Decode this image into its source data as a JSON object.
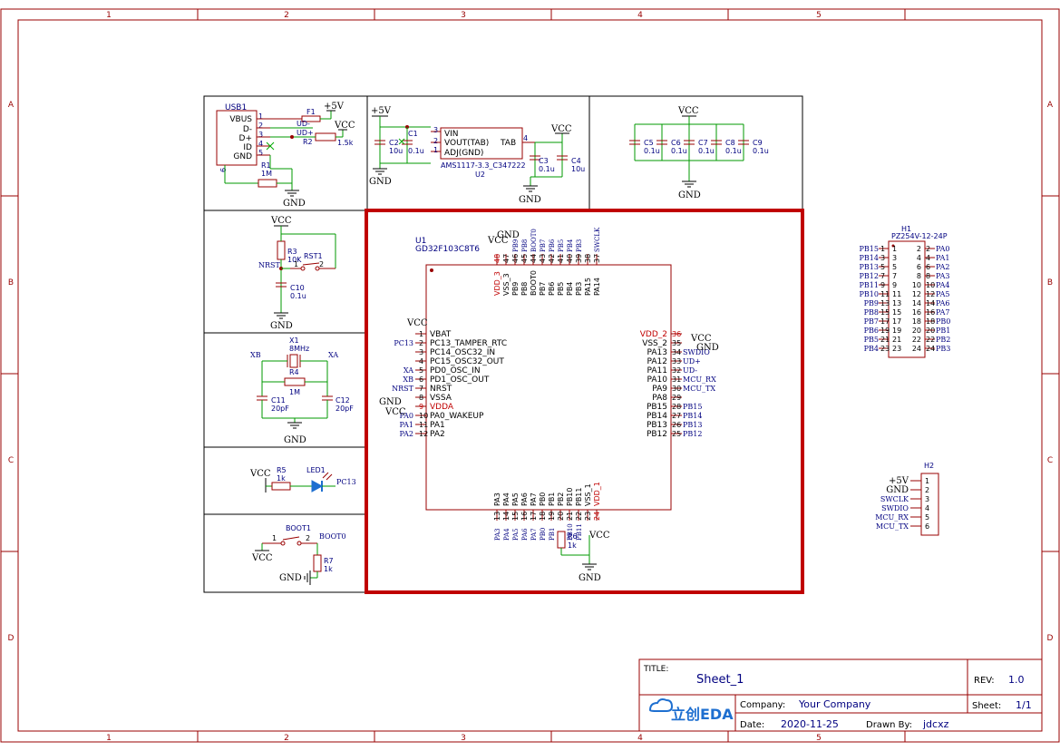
{
  "colors": {
    "frame": "#990000",
    "wire": "#009900",
    "net_label": "#000080",
    "highlight": "#c00000",
    "text": "#000000"
  },
  "grid": {
    "columns": [
      "1",
      "2",
      "3",
      "4",
      "5"
    ],
    "rows": [
      "A",
      "B",
      "C",
      "D"
    ]
  },
  "usb": {
    "ref": "USB1",
    "pins": [
      "VBUS",
      "D-",
      "D+",
      "ID",
      "GND"
    ],
    "pin_numbers": [
      "1",
      "2",
      "3",
      "4",
      "5",
      "6"
    ],
    "fuse_ref": "F1",
    "r2_ref": "R2",
    "r2_val": "1.5k",
    "r1_ref": "R1",
    "r1_val": "1M",
    "net_udm": "UD-",
    "net_udp": "UD+",
    "pwr": "+5V",
    "vcc": "VCC",
    "gnd": "GND"
  },
  "ldo": {
    "pwr": "+5V",
    "vcc": "VCC",
    "gnd": "GND",
    "c2": "C2",
    "c2_val": "10u",
    "c1": "C1",
    "c1_val": "0.1u",
    "c3": "C3",
    "c3_val": "0.1u",
    "c4": "C4",
    "c4_val": "10u",
    "pins": [
      "VIN",
      "VOUT(TAB)",
      "ADJ(GND)",
      "TAB"
    ],
    "pin_numbers": [
      "3",
      "2",
      "1",
      "4"
    ],
    "part": "AMS1117-3.3_C347222",
    "ref": "U2"
  },
  "decoupling": {
    "vcc": "VCC",
    "gnd": "GND",
    "refs": [
      "C5",
      "C6",
      "C7",
      "C8",
      "C9"
    ],
    "values": [
      "0.1u",
      "0.1u",
      "0.1u",
      "0.1u",
      "0.1u"
    ]
  },
  "reset": {
    "vcc": "VCC",
    "gnd": "GND",
    "net": "NRST",
    "r3": "R3",
    "r3_val": "10K",
    "rst1": "RST1",
    "c10": "C10",
    "c10_val": "0.1u",
    "pin1": "1",
    "pin2": "2"
  },
  "crystal": {
    "x1": "X1",
    "x1_val": "8MHz",
    "xb": "XB",
    "xa": "XA",
    "r4": "R4",
    "r4_val": "1M",
    "c11": "C11",
    "c11_val": "20pF",
    "c12": "C12",
    "c12_val": "20pF",
    "gnd": "GND"
  },
  "led": {
    "vcc": "VCC",
    "r5": "R5",
    "r5_val": "1k",
    "led": "LED1",
    "net": "PC13"
  },
  "boot": {
    "ref": "BOOT1",
    "net": "BOOT0",
    "vcc": "VCC",
    "gnd": "GND",
    "r7": "R7",
    "r7_val": "1k",
    "pin1": "1",
    "pin2": "2"
  },
  "mcu": {
    "ref": "U1",
    "part": "GD32F103C8T6",
    "vcc": "VCC",
    "gnd": "GND",
    "left_pins": [
      {
        "num": "1",
        "name": "VBAT",
        "net": "VCC",
        "red": false
      },
      {
        "num": "2",
        "name": "PC13_TAMPER_RTC",
        "net": "PC13",
        "red": false
      },
      {
        "num": "3",
        "name": "PC14_OSC32_IN",
        "net": "",
        "red": false
      },
      {
        "num": "4",
        "name": "PC15_OSC32_OUT",
        "net": "",
        "red": false
      },
      {
        "num": "5",
        "name": "PD0_OSC_IN",
        "net": "XA",
        "red": false
      },
      {
        "num": "6",
        "name": "PD1_OSC_OUT",
        "net": "XB",
        "red": false
      },
      {
        "num": "7",
        "name": "NRST",
        "net": "NRST",
        "red": false
      },
      {
        "num": "8",
        "name": "VSSA",
        "net": "GND",
        "red": false
      },
      {
        "num": "9",
        "name": "VDDA",
        "net": "VCC",
        "red": true
      },
      {
        "num": "10",
        "name": "PA0_WAKEUP",
        "net": "PA0",
        "red": false
      },
      {
        "num": "11",
        "name": "PA1",
        "net": "PA1",
        "red": false
      },
      {
        "num": "12",
        "name": "PA2",
        "net": "PA2",
        "red": false
      }
    ],
    "right_pins": [
      {
        "num": "36",
        "name": "VDD_2",
        "net": "VCC",
        "red": true
      },
      {
        "num": "35",
        "name": "VSS_2",
        "net": "GND",
        "red": false
      },
      {
        "num": "34",
        "name": "PA13",
        "net": "SWDIO",
        "red": false
      },
      {
        "num": "33",
        "name": "PA12",
        "net": "UD+",
        "red": false
      },
      {
        "num": "32",
        "name": "PA11",
        "net": "UD-",
        "red": false
      },
      {
        "num": "31",
        "name": "PA10",
        "net": "MCU_RX",
        "red": false
      },
      {
        "num": "30",
        "name": "PA9",
        "net": "MCU_TX",
        "red": false
      },
      {
        "num": "29",
        "name": "PA8",
        "net": "",
        "red": false
      },
      {
        "num": "28",
        "name": "PB15",
        "net": "PB15",
        "red": false
      },
      {
        "num": "27",
        "name": "PB14",
        "net": "PB14",
        "red": false
      },
      {
        "num": "26",
        "name": "PB13",
        "net": "PB13",
        "red": false
      },
      {
        "num": "25",
        "name": "PB12",
        "net": "PB12",
        "red": false
      }
    ],
    "top_pins": [
      {
        "num": "48",
        "name": "VDD_3",
        "net": "VCC",
        "red": true
      },
      {
        "num": "47",
        "name": "VSS_3",
        "net": "GND",
        "red": false
      },
      {
        "num": "46",
        "name": "PB9",
        "net": "PB9",
        "red": false
      },
      {
        "num": "45",
        "name": "PB8",
        "net": "PB8",
        "red": false
      },
      {
        "num": "44",
        "name": "BOOT0",
        "net": "BOOT0",
        "red": false
      },
      {
        "num": "43",
        "name": "PB7",
        "net": "PB7",
        "red": false
      },
      {
        "num": "42",
        "name": "PB6",
        "net": "PB6",
        "red": false
      },
      {
        "num": "41",
        "name": "PB5",
        "net": "PB5",
        "red": false
      },
      {
        "num": "40",
        "name": "PB4",
        "net": "PB4",
        "red": false
      },
      {
        "num": "39",
        "name": "PB3",
        "net": "PB3",
        "red": false
      },
      {
        "num": "38",
        "name": "PA15",
        "net": "",
        "red": false
      },
      {
        "num": "37",
        "name": "PA14",
        "net": "SWCLK",
        "red": false
      }
    ],
    "bottom_pins": [
      {
        "num": "13",
        "name": "PA3",
        "net": "PA3",
        "red": false
      },
      {
        "num": "14",
        "name": "PA4",
        "net": "PA4",
        "red": false
      },
      {
        "num": "15",
        "name": "PA5",
        "net": "PA5",
        "red": false
      },
      {
        "num": "16",
        "name": "PA6",
        "net": "PA6",
        "red": false
      },
      {
        "num": "17",
        "name": "PA7",
        "net": "PA7",
        "red": false
      },
      {
        "num": "18",
        "name": "PB0",
        "net": "PB0",
        "red": false
      },
      {
        "num": "19",
        "name": "PB1",
        "net": "PB1",
        "red": false
      },
      {
        "num": "20",
        "name": "PB2",
        "net": "",
        "red": false
      },
      {
        "num": "21",
        "name": "PB10",
        "net": "PB10",
        "red": false
      },
      {
        "num": "22",
        "name": "PB11",
        "net": "PB11",
        "red": false
      },
      {
        "num": "23",
        "name": "VSS_1",
        "net": "GND",
        "red": false
      },
      {
        "num": "24",
        "name": "VDD_1",
        "net": "VCC",
        "red": true
      }
    ],
    "r6": "R6",
    "r6_val": "1k",
    "gnd_bottom": "GND",
    "vcc_bottom": "VCC"
  },
  "header_h1": {
    "ref": "H1",
    "part": "PZ254V-12-24P",
    "left_nets": [
      "PB15",
      "PB14",
      "PB13",
      "PB12",
      "PB11",
      "PB10",
      "PB9",
      "PB8",
      "PB7",
      "PB6",
      "PB5",
      "PB4"
    ],
    "left_nums": [
      "1",
      "3",
      "5",
      "7",
      "9",
      "11",
      "13",
      "15",
      "17",
      "19",
      "21",
      "23"
    ],
    "right_nums": [
      "2",
      "4",
      "6",
      "8",
      "10",
      "12",
      "14",
      "16",
      "18",
      "20",
      "22",
      "24"
    ],
    "right_nets": [
      "PA0",
      "PA1",
      "PA2",
      "PA3",
      "PA4",
      "PA5",
      "PA6",
      "PA7",
      "PB0",
      "PB1",
      "PB2",
      "PB3"
    ]
  },
  "header_h2": {
    "ref": "H2",
    "nets": [
      "+5V",
      "GND",
      "SWCLK",
      "SWDIO",
      "MCU_RX",
      "MCU_TX"
    ],
    "nums": [
      "1",
      "2",
      "3",
      "4",
      "5",
      "6"
    ]
  },
  "title_block": {
    "title_label": "TITLE:",
    "title": "Sheet_1",
    "rev_label": "REV:",
    "rev": "1.0",
    "company_label": "Company:",
    "company": "Your Company",
    "sheet_label": "Sheet:",
    "sheet": "1/1",
    "date_label": "Date:",
    "date": "2020-11-25",
    "drawn_label": "Drawn By:",
    "drawn": "jdcxz",
    "logo": "立创EDA"
  }
}
